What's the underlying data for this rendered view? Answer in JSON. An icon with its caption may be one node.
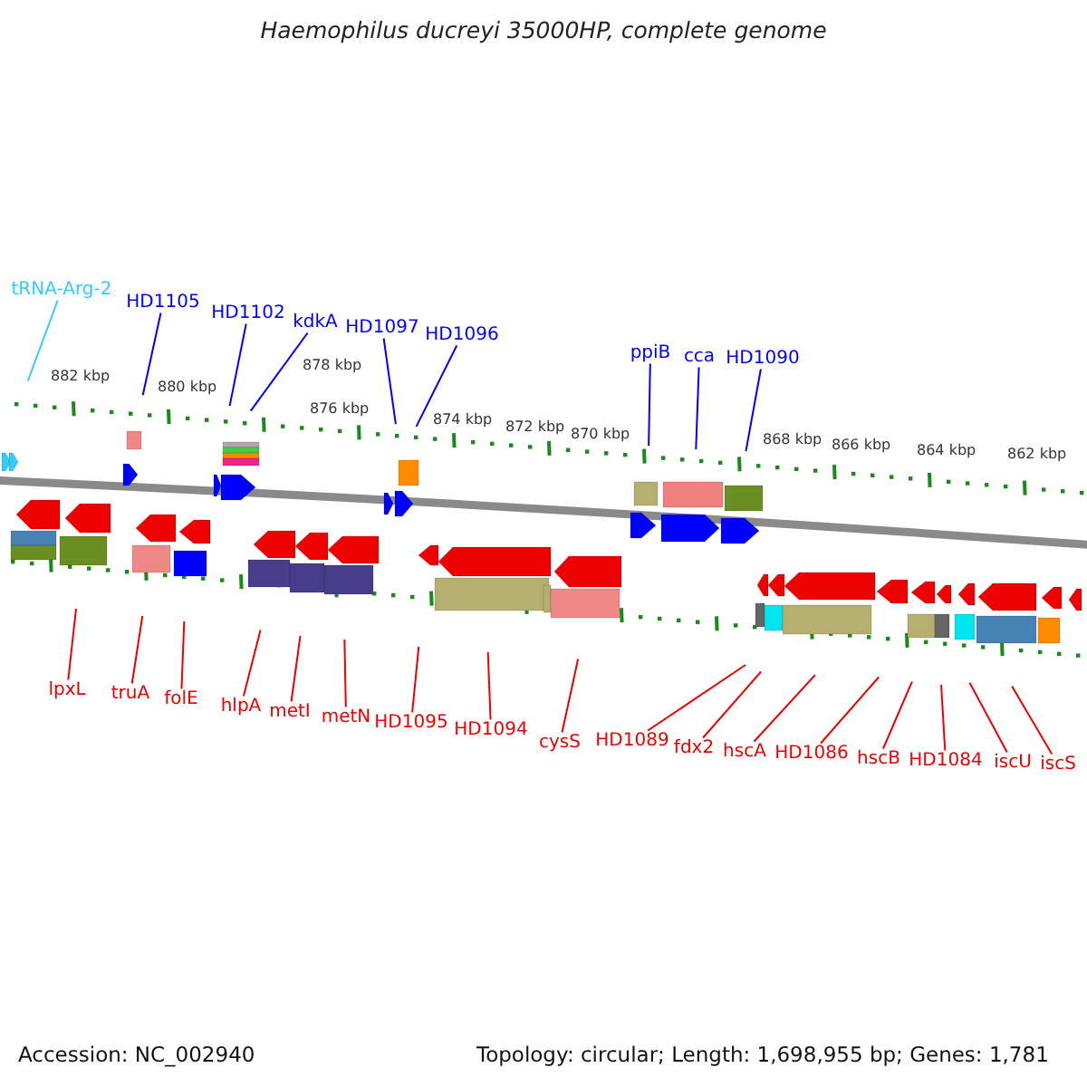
{
  "diagram": {
    "title": "Haemophilus ducreyi 35000HP, complete genome",
    "nodes": [
      {
        "text": [
          "tRNA-Arg-2"
        ]
      },
      {
        "text": [
          "HD1105"
        ]
      },
      {
        "text": [
          "HD1102"
        ]
      },
      {
        "text": [
          "kdkA"
        ]
      },
      {
        "text": [
          "HD1097"
        ]
      },
      {
        "text": [
          "HD1096"
        ]
      },
      {
        "text": [
          "ppiB"
        ]
      },
      {
        "text": [
          "cca"
        ]
      },
      {
        "text": [
          "HD1090"
        ]
      },
      {
        "text": [
          "lpxL"
        ]
      },
      {
        "text": [
          "truA"
        ]
      },
      {
        "text": [
          "folE"
        ]
      },
      {
        "text": [
          "hlpA"
        ]
      },
      {
        "text": [
          "metI"
        ]
      },
      {
        "text": [
          "metN"
        ]
      },
      {
        "text": [
          "HD1095"
        ]
      },
      {
        "text": [
          "HD1094"
        ]
      },
      {
        "text": [
          "cysS"
        ]
      },
      {
        "text": [
          "HD1089"
        ]
      },
      {
        "text": [
          "fdx2"
        ]
      },
      {
        "text": [
          "hscA"
        ]
      },
      {
        "text": [
          "HD1086"
        ]
      },
      {
        "text": [
          "hscB"
        ]
      },
      {
        "text": [
          "HD1084"
        ]
      },
      {
        "text": [
          "iscU"
        ]
      },
      {
        "text": [
          "iscS"
        ]
      }
    ],
    "edges": [
      {
        "from": 0,
        "to": null,
        "arrow": "none",
        "color": "#33ccff"
      },
      {
        "from": 1,
        "to": null,
        "arrow": "none",
        "color": "#0000ff"
      },
      {
        "from": 2,
        "to": null,
        "arrow": "none",
        "color": "#0000ff"
      },
      {
        "from": 3,
        "to": null,
        "arrow": "none",
        "color": "#0000ff"
      },
      {
        "from": 4,
        "to": null,
        "arrow": "none",
        "color": "#0000ff"
      },
      {
        "from": 5,
        "to": null,
        "arrow": "none",
        "color": "#0000ff"
      },
      {
        "from": 6,
        "to": null,
        "arrow": "none",
        "color": "#0000ff"
      },
      {
        "from": 7,
        "to": null,
        "arrow": "none",
        "color": "#0000ff"
      },
      {
        "from": 8,
        "to": null,
        "arrow": "none",
        "color": "#0000ff"
      },
      {
        "from": 9,
        "to": null,
        "arrow": "none"
      },
      {
        "from": 10,
        "to": null,
        "arrow": "none"
      },
      {
        "from": 11,
        "to": null,
        "arrow": "none"
      },
      {
        "from": 12,
        "to": null,
        "arrow": "none"
      },
      {
        "from": 13,
        "to": null,
        "arrow": "none"
      },
      {
        "from": 14,
        "to": null,
        "arrow": "none"
      },
      {
        "from": 15,
        "to": null,
        "arrow": "none"
      },
      {
        "from": 16,
        "to": null,
        "arrow": "none"
      },
      {
        "from": 17,
        "to": null,
        "arrow": "none"
      },
      {
        "from": 18,
        "to": null,
        "arrow": "none"
      },
      {
        "from": 19,
        "to": null,
        "arrow": "none"
      },
      {
        "from": 20,
        "to": null,
        "arrow": "none"
      },
      {
        "from": 21,
        "to": null,
        "arrow": "none"
      },
      {
        "from": 22,
        "to": null,
        "arrow": "none"
      },
      {
        "from": 23,
        "to": null,
        "arrow": "none"
      },
      {
        "from": 24,
        "to": null,
        "arrow": "none"
      },
      {
        "from": 25,
        "to": null,
        "arrow": "none"
      }
    ],
    "labels": [
      "882 kbp",
      "880 kbp",
      "878 kbp",
      "876 kbp",
      "874 kbp",
      "872 kbp",
      "870 kbp",
      "868 kbp",
      "866 kbp",
      "864 kbp",
      "862 kbp",
      "Accession: NC_002940",
      "Topology: circular; Length: 1,698,955 bp; Genes: 1,781"
    ]
  }
}
